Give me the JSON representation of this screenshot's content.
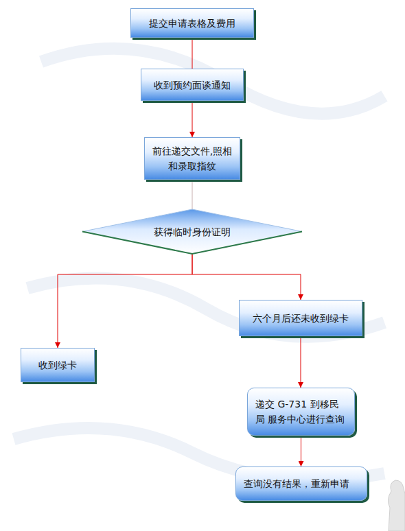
{
  "diagram": {
    "nodes": [
      {
        "text": [
          "提交申请表格及费用"
        ]
      },
      {
        "text": [
          "收到预约面谈通知"
        ]
      },
      {
        "text": [
          "前往递交文件,照相 和录取指纹"
        ]
      },
      {
        "text": [
          "获得临时身份证明"
        ]
      },
      {
        "text": [
          "六个月后还未收到绿卡"
        ]
      },
      {
        "text": [
          "收到绿卡"
        ]
      },
      {
        "text": [
          "递交 G-731 到移民局 服务中心进行查询"
        ]
      },
      {
        "text": [
          "查询没有结果，重新申请"
        ]
      }
    ],
    "edges": [
      {
        "from": 0,
        "to": 1,
        "arrow": "none"
      },
      {
        "from": 1,
        "to": 2,
        "arrow": "to"
      },
      {
        "from": 2,
        "to": 3,
        "arrow": "none"
      },
      {
        "from": 3,
        "to": 5,
        "arrow": "to"
      },
      {
        "from": 3,
        "to": 4,
        "arrow": "to"
      },
      {
        "from": 4,
        "to": 6,
        "arrow": "to"
      },
      {
        "from": 6,
        "to": 7,
        "arrow": "to"
      }
    ]
  }
}
